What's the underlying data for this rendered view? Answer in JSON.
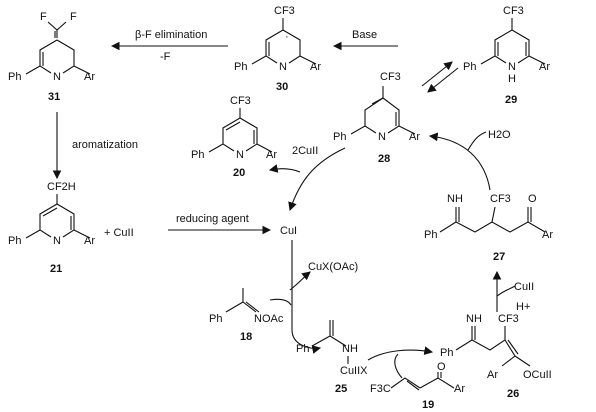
{
  "compounds": {
    "c31": {
      "number": "31",
      "top": "F",
      "top2": "F",
      "left": "Ph",
      "n": "N",
      "right": "Ar"
    },
    "c30": {
      "number": "30",
      "cf3": "CF3",
      "left": "Ph",
      "n": "N",
      "right": "Ar"
    },
    "c29": {
      "number": "29",
      "cf3": "CF3",
      "left": "Ph",
      "n": "N",
      "h": "H",
      "right": "Ar"
    },
    "c28": {
      "number": "28",
      "cf3": "CF3",
      "left": "Ph",
      "n": "N",
      "right": "Ar"
    },
    "c20": {
      "number": "20",
      "cf3": "CF3",
      "left": "Ph",
      "n": "N",
      "right": "Ar"
    },
    "c21": {
      "number": "21",
      "cf2h": "CF2H",
      "left": "Ph",
      "n": "N",
      "right": "Ar"
    },
    "c27": {
      "number": "27",
      "nh": "NH",
      "cf3": "CF3",
      "o": "O",
      "left": "Ph",
      "right": "Ar"
    },
    "c18": {
      "number": "18",
      "left": "Ph",
      "noac": "NOAc"
    },
    "c25": {
      "number": "25",
      "left": "Ph",
      "nh": "NH",
      "cu": "CuIIX"
    },
    "c26": {
      "number": "26",
      "nh": "NH",
      "cf3": "CF3",
      "left": "Ph",
      "ar": "Ar",
      "ocu": "OCuII"
    },
    "c19": {
      "number": "19",
      "cf3": "F3C",
      "o": "O",
      "ar": "Ar"
    }
  },
  "labels": {
    "beta_f": "β-F elimination",
    "minus_f": "-F",
    "base": "Base",
    "aromatization": "aromatization",
    "two_cu": "2CuII",
    "cu_plus": "+ CuII",
    "reducing_agent": "reducing agent",
    "cu_i": "CuI",
    "cux": "CuX(OAc)",
    "water": "H2O",
    "cu_ii_right": "CuII",
    "h_plus": "H+"
  }
}
